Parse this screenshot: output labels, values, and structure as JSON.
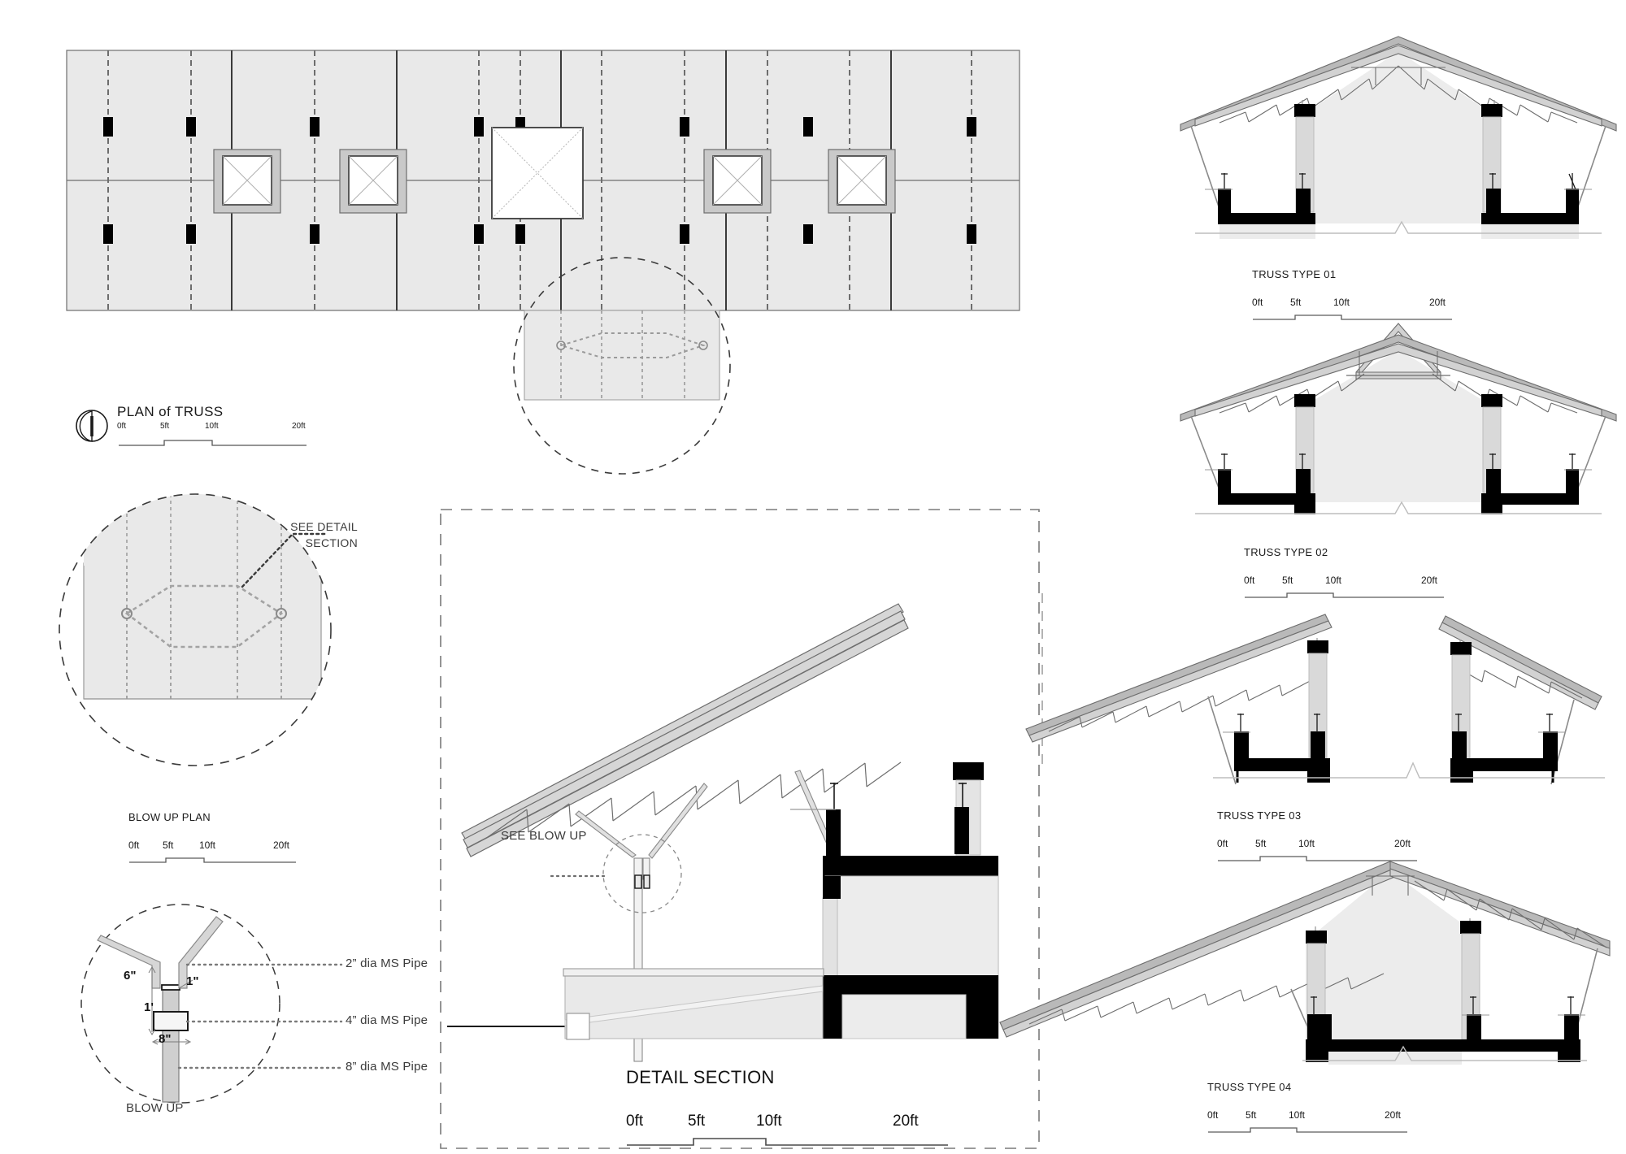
{
  "sheet": {
    "background": "#ffffff",
    "fill_light": "#e9e9e9",
    "fill_mid": "#c9c9c9",
    "line_dark": "#3a3a3a",
    "line_black": "#000000",
    "line_grey": "#8c8c8c"
  },
  "plan_of_truss": {
    "title": "PLAN of TRUSS",
    "north_icon": "north-arrow-icon",
    "scale": {
      "ticks": [
        "0ft",
        "5ft",
        "10ft",
        "20ft"
      ]
    }
  },
  "blow_up_plan": {
    "title": "BLOW UP PLAN",
    "callout": {
      "line1": "SEE DETAIL",
      "line2": "SECTION"
    },
    "scale": {
      "ticks": [
        "0ft",
        "5ft",
        "10ft",
        "20ft"
      ]
    }
  },
  "blow_up": {
    "title": "BLOW UP",
    "leaders": [
      "2” dia MS Pipe",
      "4” dia MS Pipe",
      "8” dia MS Pipe"
    ],
    "dimensions": {
      "top_left": "6\"",
      "top_right": "1\"",
      "mid_left": "1'",
      "bottom": "8\""
    }
  },
  "detail_section": {
    "title": "DETAIL SECTION",
    "callout": "SEE BLOW UP",
    "scale": {
      "ticks": [
        "0ft",
        "5ft",
        "10ft",
        "20ft"
      ]
    }
  },
  "truss_types": [
    {
      "title": "TRUSS TYPE 01",
      "scale": {
        "ticks": [
          "0ft",
          "5ft",
          "10ft",
          "20ft"
        ]
      }
    },
    {
      "title": "TRUSS TYPE 02",
      "scale": {
        "ticks": [
          "0ft",
          "5ft",
          "10ft",
          "20ft"
        ]
      }
    },
    {
      "title": "TRUSS TYPE 03",
      "scale": {
        "ticks": [
          "0ft",
          "5ft",
          "10ft",
          "20ft"
        ]
      }
    },
    {
      "title": "TRUSS TYPE 04",
      "scale": {
        "ticks": [
          "0ft",
          "5ft",
          "10ft",
          "20ft"
        ]
      }
    }
  ]
}
